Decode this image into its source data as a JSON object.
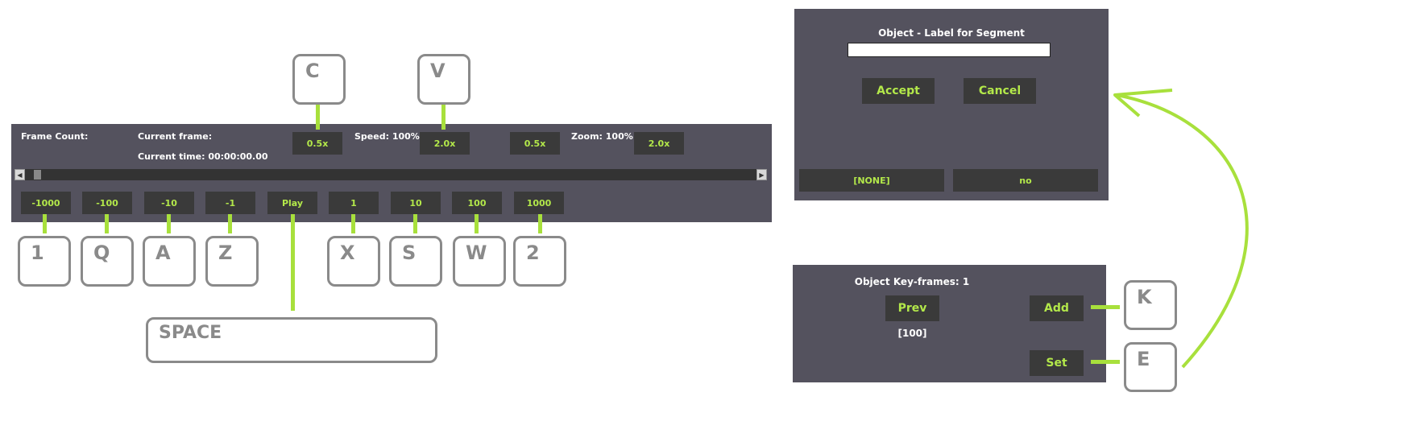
{
  "player": {
    "frame_count_label": "Frame Count:",
    "current_frame_label": "Current frame:",
    "current_time_label": "Current time: 00:00:00.00",
    "speed_label": "Speed: 100%",
    "zoom_label": "Zoom: 100%",
    "speed_down": "0.5x",
    "speed_up": "2.0x",
    "zoom_down": "0.5x",
    "zoom_up": "2.0x",
    "step_buttons": [
      "-1000",
      "-100",
      "-10",
      "-1",
      "Play",
      "1",
      "10",
      "100",
      "1000"
    ]
  },
  "keys": {
    "speed_down": "C",
    "speed_up": "V",
    "step_keys": [
      "1",
      "Q",
      "A",
      "Z",
      "X",
      "S",
      "W",
      "2"
    ],
    "play": "SPACE",
    "add": "K",
    "set": "E"
  },
  "label_dialog": {
    "title": "Object - Label for Segment",
    "input_value": "",
    "accept": "Accept",
    "cancel": "Cancel",
    "footer_left": "[NONE]",
    "footer_right": "no"
  },
  "keyframes": {
    "title": "Object Key-frames: 1",
    "prev": "Prev",
    "add": "Add",
    "set": "Set",
    "value": "[100]"
  },
  "colors": {
    "panel": "#54525e",
    "button": "#3a3a3a",
    "accent": "#b3e84a",
    "key_border": "#8a8a8a"
  }
}
